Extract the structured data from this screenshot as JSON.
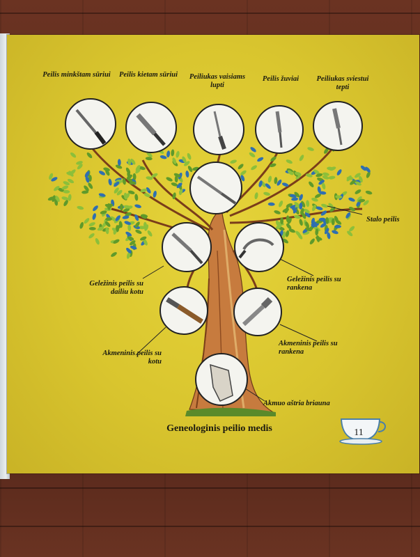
{
  "labels": {
    "peilis_minkstam": "Peilis minkštam sūriui",
    "peilis_kietam": "Peilis kietam sūriui",
    "peiliukas_vaisiams": "Peiliukas vaisiams lupti",
    "peilis_zuviai": "Peilis žuviai",
    "peiliukas_sviestui": "Peiliukas sviestui tepti",
    "stalo_peilis": "Stalo peilis",
    "gelezinis_dailiu": "Geležinis peilis su dailiu kotu",
    "gelezinis_rankena": "Geležinis peilis su rankena",
    "akmeninis_kotu": "Akmeninis peilis su kotu",
    "akmeninis_rankena": "Akmeninis peilis su rankena",
    "akmuo": "Akmuo aštria briauna"
  },
  "caption": "Geneologinis peilio medis",
  "page_number": "11",
  "colors": {
    "page": "#ddc92f",
    "trunk": "#b9672e",
    "leaf_green": "#5f9a2a",
    "leaf_blue": "#2f6fb0",
    "circle_fill": "#f4f4ef"
  }
}
